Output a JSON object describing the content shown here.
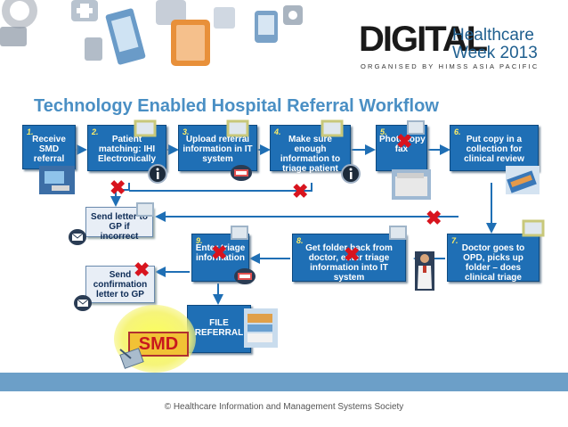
{
  "header": {
    "logo_digital": "DIGITAL",
    "logo_line1": "Healthcare",
    "logo_line2": "Week 2013",
    "logo_org": "ORGANISED BY HIMSS ASIA PACIFIC"
  },
  "title": "Technology Enabled Hospital Referral Workflow",
  "steps": [
    {
      "num": "1.",
      "label": "Receive SMD referral"
    },
    {
      "num": "2.",
      "label": "Patient matching: IHI Electronically"
    },
    {
      "num": "3.",
      "label": "Upload referral information in IT system"
    },
    {
      "num": "4.",
      "label": "Make sure enough information to triage patient"
    },
    {
      "num": "5.",
      "label": "Photocopy fax"
    },
    {
      "num": "6.",
      "label": "Put copy in a collection for clinical review"
    },
    {
      "num": "7.",
      "label": "Doctor goes to OPD, picks up folder – does clinical triage"
    },
    {
      "num": "8.",
      "label": "Get folder back from doctor, enter triage information into IT system"
    },
    {
      "num": "9.",
      "label": "Enter triage information"
    }
  ],
  "side_boxes": {
    "send_letter": "Send letter to GP if incorrect",
    "send_confirmation": "Send confirmation letter to GP",
    "file_referral": "FILE REFERRAL",
    "smd": "SMD"
  },
  "footer": "© Healthcare Information and Management Systems Society",
  "colors": {
    "box": "#1f6fb5",
    "title": "#4a8fc4",
    "cross": "#d8141e",
    "band": "#6c9fc8"
  }
}
